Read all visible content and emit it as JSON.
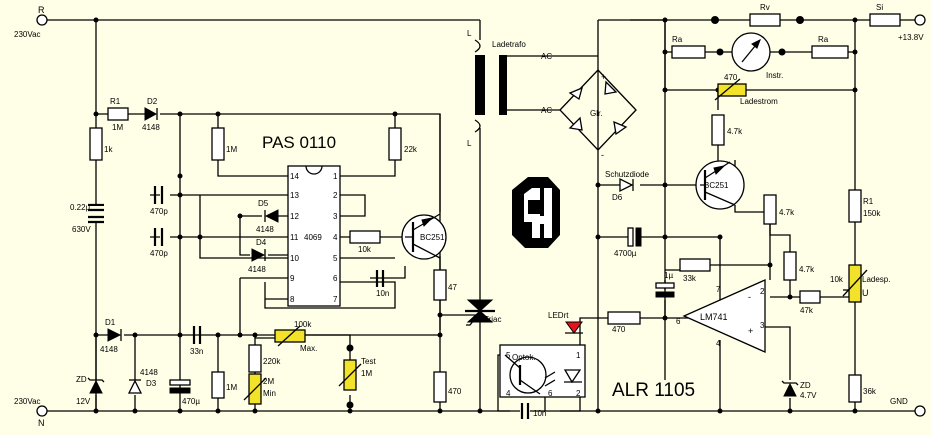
{
  "terminals": {
    "r_label": "R",
    "n_label": "N",
    "v_top": "230Vac",
    "v_bottom": "230Vac",
    "plus_out": "+13.8V",
    "gnd": "GND",
    "L_top": "L",
    "L_mid": "L"
  },
  "titles": {
    "pas": "PAS 0110",
    "alr": "ALR 1105"
  },
  "ic": {
    "name": "4069",
    "left_pins": [
      "14",
      "13",
      "12",
      "11",
      "10",
      "9",
      "8"
    ],
    "right_pins": [
      "1",
      "2",
      "3",
      "4",
      "5",
      "6",
      "7"
    ]
  },
  "labels": {
    "r1_left": "R1",
    "r1_left_val": "1M",
    "d2": "D2",
    "d2_val": "4148",
    "r_1k": "1k",
    "cap_022": "0.22µ",
    "cap_630": "630V",
    "r_1m_a": "1M",
    "cap_470p_a": "470p",
    "cap_470p_b": "470p",
    "d5": "D5",
    "d5_val": "4148",
    "d4": "D4",
    "d4_val": "4148",
    "r_10k": "10k",
    "r_22k": "22k",
    "bc251_a": "BC251",
    "cap_10n_a": "10n",
    "r_47": "47",
    "d1": "D1",
    "d1_val": "4148",
    "d3_val": "4148",
    "d3": "D3",
    "zd_left": "ZD",
    "zd_left_val": "12V",
    "cap_470u_a": "470µ",
    "cap_33n": "33n",
    "r_1m_b": "1M",
    "r_220k": "220k",
    "pot_2m": "2M",
    "pot_min": "Min",
    "pot_100k": "100k",
    "pot_max": "Max.",
    "test": "Test",
    "test_val": "1M",
    "r_470_a": "470",
    "triac": "Triac",
    "optok": "Optok.",
    "pin5": "5",
    "pin4": "4",
    "pin6": "6",
    "pin1": "1",
    "pin2": "2",
    "cap_10n_b": "10n",
    "ledrt": "LEDrt",
    "ladetrafo": "Ladetrafo",
    "ac_top": "AC",
    "ac_bottom": "AC",
    "plus_sign": "+",
    "minus_sign": "-",
    "glr": "Glr.",
    "schutzdiode": "Schutzdiode",
    "d6": "D6",
    "cap_4700u": "4700µ",
    "cap_1u": "1µ",
    "r_33k": "33k",
    "r_470_b": "470",
    "lm741": "LM741",
    "op_pin7": "7",
    "op_pin2": "2",
    "op_pin3": "3",
    "op_pin6": "6",
    "op_pin4": "4",
    "op_minus": "-",
    "op_plus": "+",
    "zd_right": "ZD",
    "zd_right_val": "4.7V",
    "rv": "Rv",
    "si": "Si",
    "ra_left": "Ra",
    "ra_right": "Ra",
    "instr": "Instr.",
    "r_470_c": "470",
    "ladestrom": "Ladestrom",
    "r_4k7_a": "4.7k",
    "bc251_b": "BC251",
    "r_4k7_b": "4.7k",
    "r_4k7_c": "4.7k",
    "r_47k": "47k",
    "r1_right": "R1",
    "r1_right_val": "150k",
    "pot_10k": "10k",
    "ladesp": "Ladesp.",
    "u": "U",
    "r_36k": "36k"
  }
}
